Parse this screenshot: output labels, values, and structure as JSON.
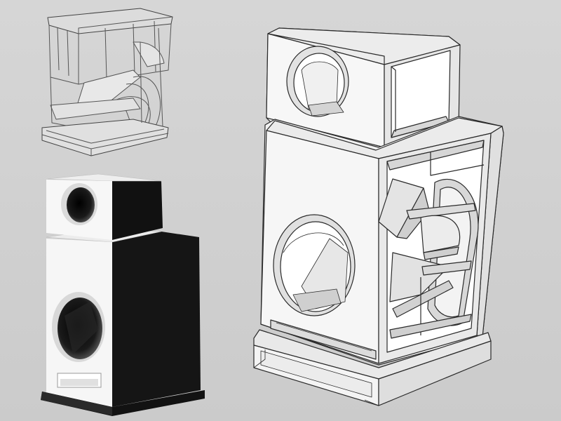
{
  "scene": {
    "views": [
      {
        "id": "wireframe",
        "icon": "speaker-cabinet-wireframe-icon"
      },
      {
        "id": "shaded",
        "icon": "speaker-cabinet-shaded-icon"
      },
      {
        "id": "cutaway",
        "icon": "speaker-cabinet-cutaway-icon"
      }
    ]
  },
  "colors": {
    "background": "#d0d0d0",
    "panel_light": "#f4f4f4",
    "panel_mid": "#e2e2e2",
    "panel_dark": "#bdbdbd",
    "edge": "#2a2a2a",
    "black_side": "#141414"
  }
}
